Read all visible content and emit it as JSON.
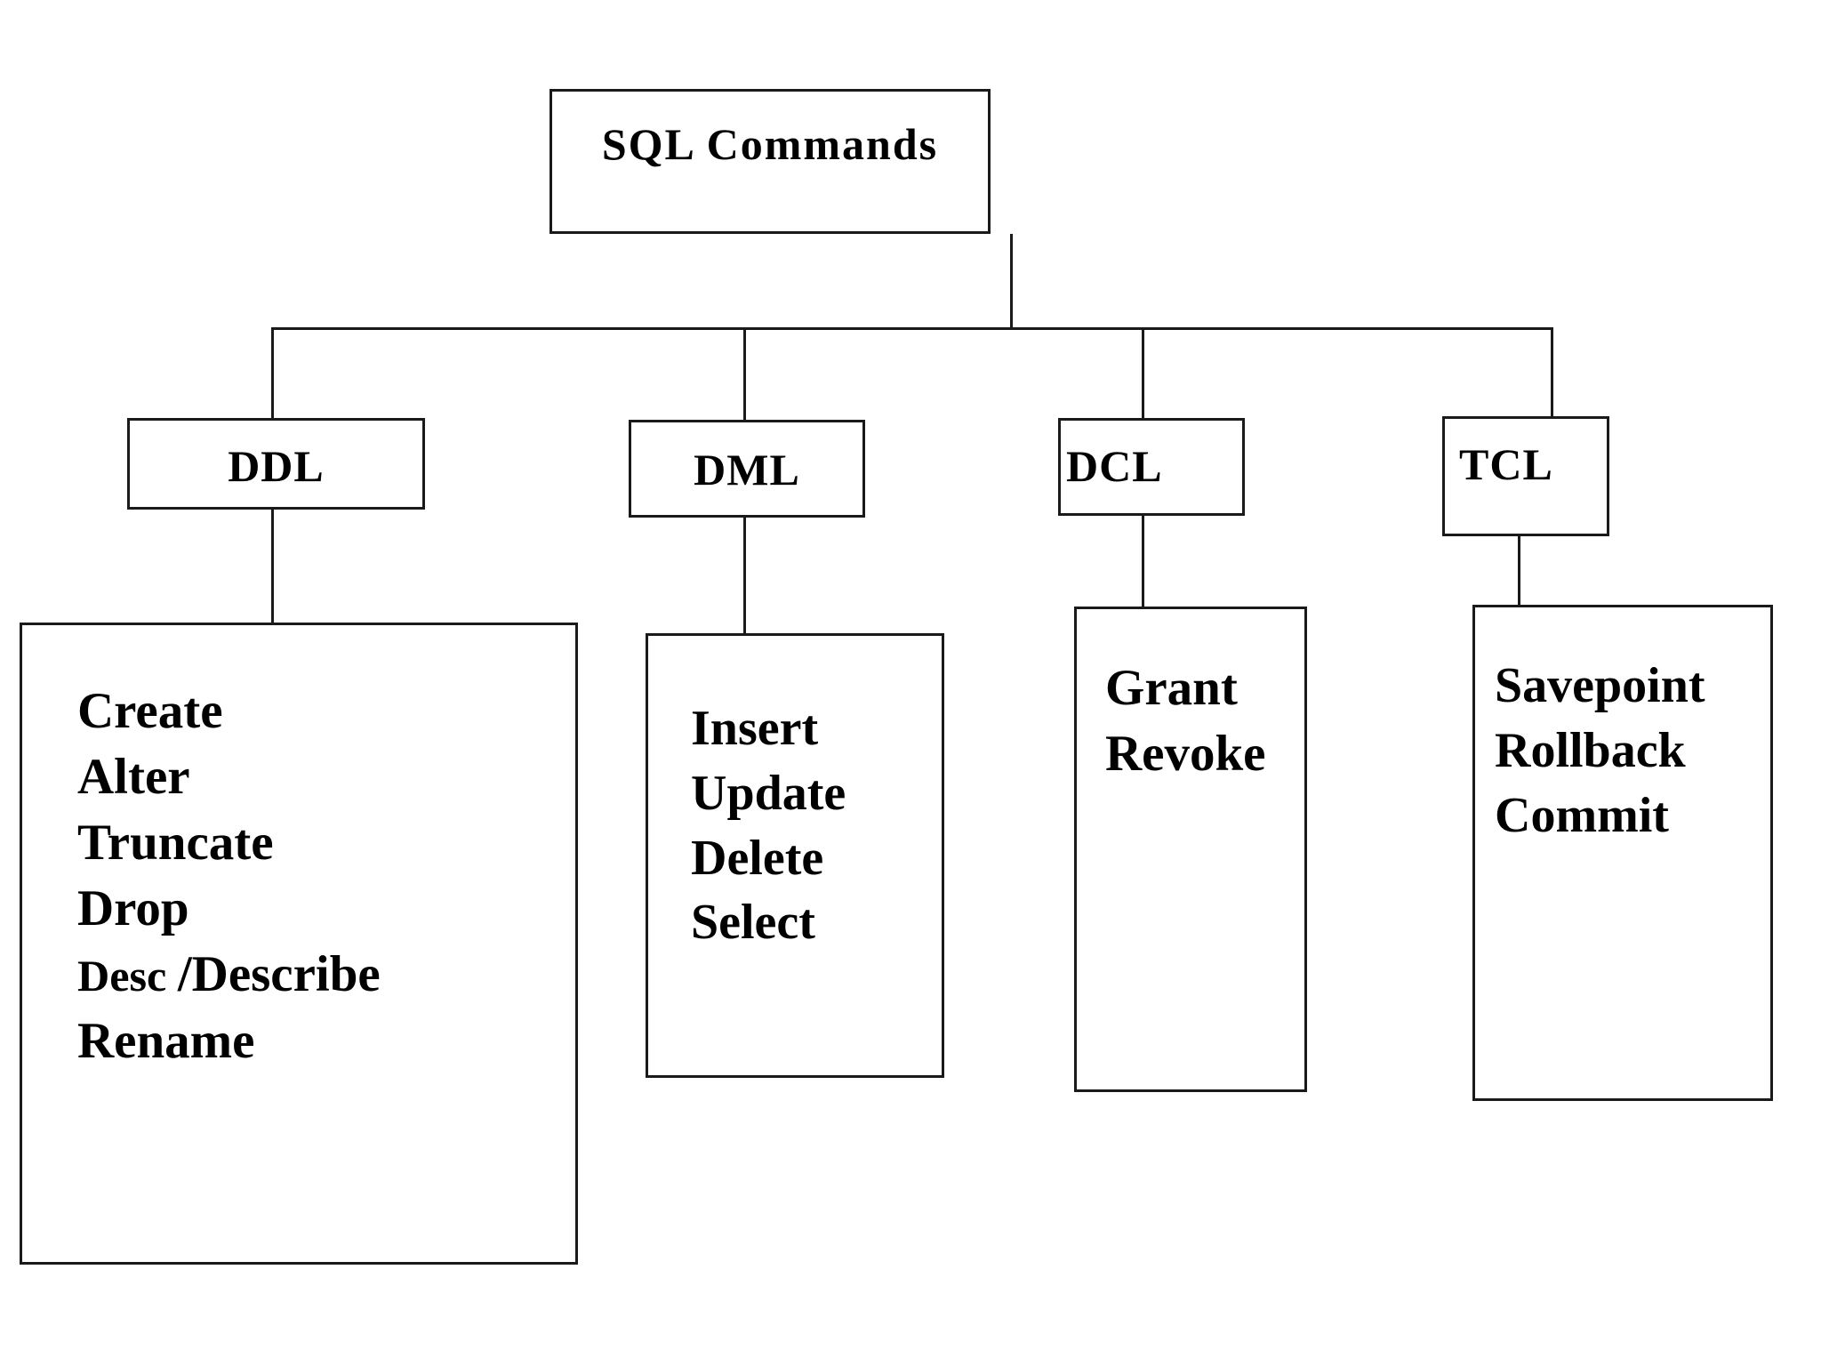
{
  "diagram": {
    "title": "SQL Commands",
    "root": {
      "label": "SQL Commands"
    },
    "categories": [
      {
        "key": "ddl",
        "label": "DDL",
        "commands": [
          "Create",
          "Alter",
          "Truncate",
          "Drop",
          "Desc /Describe",
          "Rename"
        ]
      },
      {
        "key": "dml",
        "label": "DML",
        "commands": [
          "Insert",
          "Update",
          "Delete",
          "Select"
        ]
      },
      {
        "key": "dcl",
        "label": "DCL",
        "commands": [
          "Grant",
          "Revoke"
        ]
      },
      {
        "key": "tcl",
        "label": "TCL",
        "commands": [
          "Savepoint",
          "Rollback",
          "Commit"
        ]
      }
    ],
    "colors": {
      "background": "#ffffff",
      "stroke": "#1a1a1a",
      "text": "#000000"
    }
  }
}
